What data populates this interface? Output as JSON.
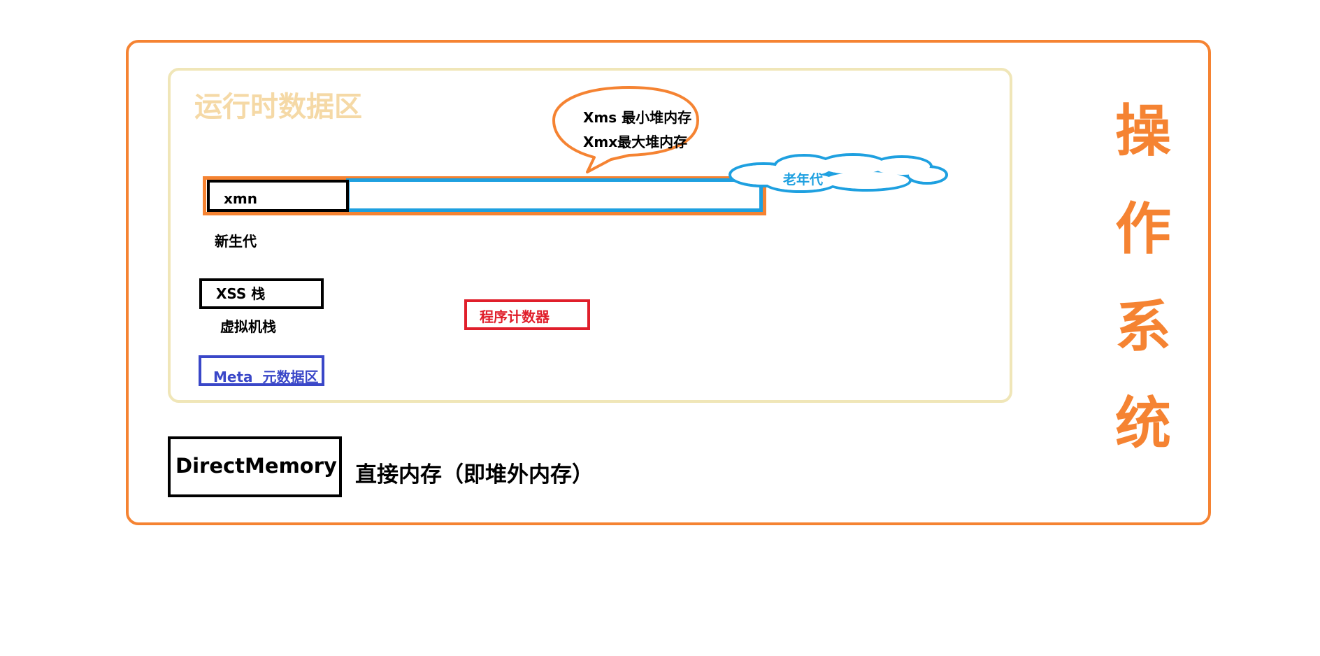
{
  "os": {
    "label_chars": [
      "操",
      "作",
      "系",
      "统"
    ]
  },
  "runtime": {
    "title": "运行时数据区"
  },
  "bubble": {
    "line1": "Xms 最小堆内存",
    "line2": "Xmx最大堆内存"
  },
  "heap": {
    "xmn_label": "xmn",
    "young_label": "新生代",
    "old_label": "老年代"
  },
  "stack": {
    "xss_label": "XSS 栈",
    "vm_stack_label": "虚拟机栈"
  },
  "program_counter": {
    "label": "程序计数器"
  },
  "metaspace": {
    "label": "Meta  元数据区"
  },
  "direct_memory": {
    "box_label": "DirectMemory",
    "description": "直接内存（即堆外内存）"
  },
  "colors": {
    "os_orange": "#f58332",
    "runtime_beige": "#f0e6b8",
    "runtime_title": "#f5d9a6",
    "old_gen_blue": "#1ea0e0",
    "pc_red": "#e01f2b",
    "meta_blue": "#3a47c8"
  }
}
